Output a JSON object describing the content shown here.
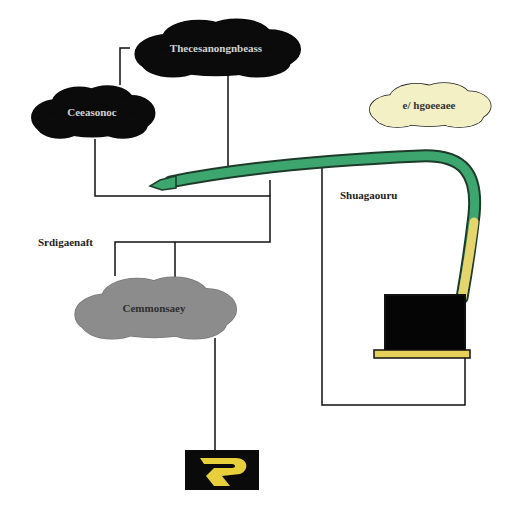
{
  "diagram": {
    "nodes": [
      {
        "text": [
          "Thecesanongnbeass"
        ]
      },
      {
        "text": [
          "Ceeasonoc"
        ]
      },
      {
        "text": [
          "e/ hgoeeaee"
        ]
      },
      {
        "text": [
          "Cemmonsaey"
        ]
      }
    ],
    "edges": [
      {
        "from": 0,
        "to": 1,
        "arrow": "none"
      },
      {
        "from": 1,
        "to": 3,
        "arrow": "none"
      }
    ],
    "labels": [
      "Shuagaouru",
      "Srdigaenaft"
    ]
  }
}
